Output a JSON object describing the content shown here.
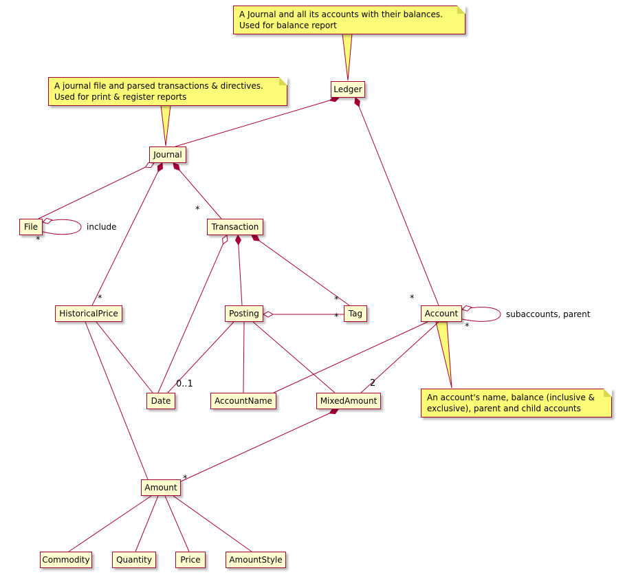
{
  "diagram": {
    "kind": "uml-class-diagram",
    "classes": {
      "ledger": "Ledger",
      "journal": "Journal",
      "file": "File",
      "transaction": "Transaction",
      "historical_price": "HistoricalPrice",
      "posting": "Posting",
      "tag": "Tag",
      "account": "Account",
      "date": "Date",
      "account_name": "AccountName",
      "mixed_amount": "MixedAmount",
      "amount": "Amount",
      "commodity": "Commodity",
      "quantity": "Quantity",
      "price": "Price",
      "amount_style": "AmountStyle"
    },
    "notes": {
      "ledger": {
        "line1": "A Journal and all its accounts with their balances.",
        "line2": "Used for balance report"
      },
      "journal": {
        "line1": "A journal file and parsed transactions & directives.",
        "line2": "Used for print & register reports"
      },
      "account": {
        "line1": "An account's name, balance (inclusive &",
        "line2": "exclusive), parent and child accounts"
      }
    },
    "edge_labels": {
      "include": "include",
      "subaccounts": "subaccounts, parent"
    },
    "multiplicities": {
      "star": "*",
      "zero_or_one": "0..1",
      "two": "2"
    },
    "colors": {
      "edge": "#A80036",
      "class_fill": "#FEFECE",
      "class_border": "#A80036",
      "note_fill": "#FBFB77"
    },
    "relationships": [
      {
        "from": "Ledger",
        "to": "Journal",
        "type": "composition"
      },
      {
        "from": "Ledger",
        "to": "Account",
        "type": "composition",
        "to_multiplicity": "*"
      },
      {
        "from": "Journal",
        "to": "File",
        "type": "aggregation"
      },
      {
        "from": "File",
        "to": "File",
        "type": "aggregation",
        "label": "include",
        "to_multiplicity": "*"
      },
      {
        "from": "Journal",
        "to": "Transaction",
        "type": "composition",
        "to_multiplicity": "*"
      },
      {
        "from": "Journal",
        "to": "HistoricalPrice",
        "type": "composition",
        "to_multiplicity": "*"
      },
      {
        "from": "Transaction",
        "to": "Posting",
        "type": "composition"
      },
      {
        "from": "Transaction",
        "to": "Tag",
        "type": "composition",
        "to_multiplicity": "*"
      },
      {
        "from": "Transaction",
        "to": "Date",
        "type": "aggregation"
      },
      {
        "from": "Posting",
        "to": "Tag",
        "type": "aggregation",
        "to_multiplicity": "*"
      },
      {
        "from": "Posting",
        "to": "Date",
        "type": "association",
        "to_multiplicity": "0..1"
      },
      {
        "from": "Posting",
        "to": "AccountName",
        "type": "association"
      },
      {
        "from": "Posting",
        "to": "MixedAmount",
        "type": "association"
      },
      {
        "from": "Account",
        "to": "Account",
        "type": "aggregation",
        "label": "subaccounts, parent",
        "to_multiplicity": "*"
      },
      {
        "from": "Account",
        "to": "AccountName",
        "type": "association"
      },
      {
        "from": "Account",
        "to": "MixedAmount",
        "type": "association",
        "to_multiplicity": "2"
      },
      {
        "from": "HistoricalPrice",
        "to": "Date",
        "type": "association"
      },
      {
        "from": "HistoricalPrice",
        "to": "Amount",
        "type": "association"
      },
      {
        "from": "MixedAmount",
        "to": "Amount",
        "type": "composition",
        "to_multiplicity": "*"
      },
      {
        "from": "Amount",
        "to": "Commodity",
        "type": "association"
      },
      {
        "from": "Amount",
        "to": "Quantity",
        "type": "association"
      },
      {
        "from": "Amount",
        "to": "Price",
        "type": "association"
      },
      {
        "from": "Amount",
        "to": "AmountStyle",
        "type": "association"
      }
    ]
  }
}
